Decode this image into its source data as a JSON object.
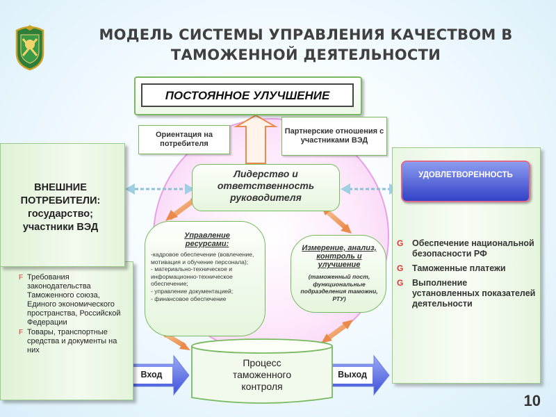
{
  "title": {
    "line1": "МОДЕЛЬ СИСТЕМЫ УПРАВЛЕНИЯ КАЧЕСТВОМ В",
    "line2": "ТАМОЖЕННОЙ ДЕЯТЕЛЬНОСТИ"
  },
  "continuous_improvement": "ПОСТОЯННОЕ УЛУЧШЕНИЕ",
  "customer_orientation": "Ориентация на потребителя",
  "partnership": "Партнерские отношения с участниками ВЭД",
  "external_consumers": {
    "line1": "ВНЕШНИЕ",
    "line2": "ПОТРЕБИТЕЛИ:",
    "line3": "государство;",
    "line4": "участники ВЭД"
  },
  "inputs": {
    "marker": "F",
    "items": [
      "Требования законодательства Таможенного союза, Единого экономического пространства, Российской Федерации",
      "Товары, транспортные средства и документы на них"
    ]
  },
  "leadership": "Лидерство и ответственность руководителя",
  "resources": {
    "title": "Управление ресурсами:",
    "items": [
      "-кадровое обеспечение (вовлечение, мотивация и обучение персонала);",
      "- материально-техническое и информационно-техническое обеспечение;",
      "- управление документацией;",
      "- финансовое обеспечение"
    ]
  },
  "measurement": {
    "title": "Измерение, анализ, контроль и улучшение",
    "subtitle": "(таможенный пост, функциональные подразделения таможни, РТУ)"
  },
  "process": "Процесс таможенного контроля",
  "entry": "Вход",
  "exit": "Выход",
  "satisfaction": "УДОВЛЕТВОРЕННОСТЬ",
  "outputs": {
    "marker": "G",
    "items": [
      "Обеспечение национальной безопасности РФ",
      "Таможенные платежи",
      "Выполнение установленных показателей деятельности"
    ]
  },
  "page_number": "10",
  "colors": {
    "accent_green": "#78b95f",
    "circle_pink": "#f5c6f1",
    "arrow_orange": "#f0a060",
    "dashed_arrow": "#9fcfe3",
    "satisfaction_blue": "#3242c6",
    "bullet_red": "#d33333",
    "entry_arrow": "#6b7fe0"
  },
  "icons": [
    "customs-emblem-icon"
  ]
}
